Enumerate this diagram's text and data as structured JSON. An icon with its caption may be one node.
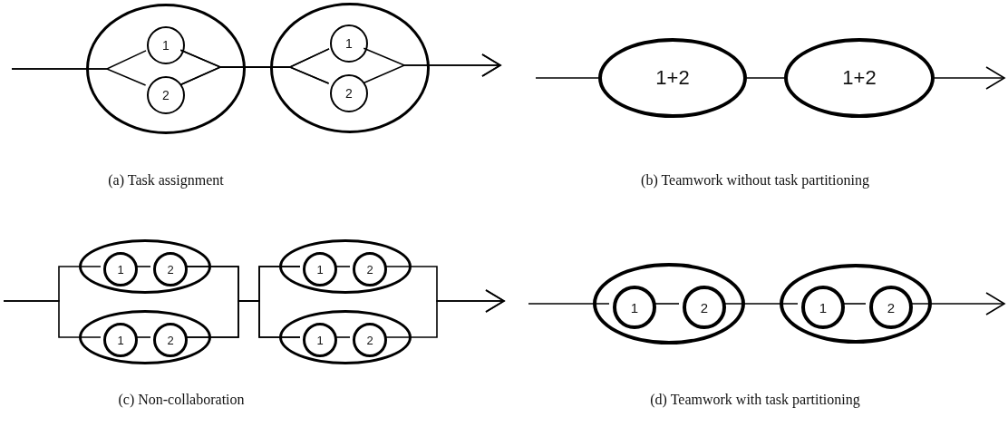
{
  "diagram": {
    "nodes": [
      {
        "text": [],
        "shape": "ellipse"
      },
      {
        "text": [
          "1"
        ],
        "in": 0
      },
      {
        "text": [
          "2"
        ],
        "in": 0
      },
      {
        "text": [],
        "shape": "ellipse"
      },
      {
        "text": [
          "1"
        ],
        "in": 3
      },
      {
        "text": [
          "2"
        ],
        "in": 3
      },
      {
        "text": [
          "1+2"
        ]
      },
      {
        "text": [
          "1+2"
        ]
      },
      {
        "text": [],
        "shape": "ellipse"
      },
      {
        "text": [
          "1"
        ],
        "in": 8
      },
      {
        "text": [
          "2"
        ],
        "in": 8
      },
      {
        "text": [],
        "shape": "ellipse"
      },
      {
        "text": [
          "1"
        ],
        "in": 11
      },
      {
        "text": [
          "2"
        ],
        "in": 11
      },
      {
        "text": [],
        "shape": "ellipse"
      },
      {
        "text": [
          "1"
        ],
        "in": 14
      },
      {
        "text": [
          "2"
        ],
        "in": 14
      },
      {
        "text": [],
        "shape": "ellipse"
      },
      {
        "text": [
          "1"
        ],
        "in": 17
      },
      {
        "text": [
          "2"
        ],
        "in": 17
      },
      {
        "text": [],
        "shape": "ellipse"
      },
      {
        "text": [
          "1"
        ],
        "in": 20
      },
      {
        "text": [
          "2"
        ],
        "in": 20
      },
      {
        "text": [],
        "shape": "ellipse"
      },
      {
        "text": [
          "1"
        ],
        "in": 23
      },
      {
        "text": [
          "2"
        ],
        "in": 23
      }
    ],
    "edges": [
      {
        "from": null,
        "to": 1,
        "arrow": "none"
      },
      {
        "from": null,
        "to": 2,
        "arrow": "none"
      },
      {
        "from": 1,
        "to": 4,
        "arrow": "none"
      },
      {
        "from": 1,
        "to": 5,
        "arrow": "none"
      },
      {
        "from": 2,
        "to": 4,
        "arrow": "none"
      },
      {
        "from": 2,
        "to": 5,
        "arrow": "none"
      },
      {
        "from": 4,
        "to": null,
        "arrow": "to"
      },
      {
        "from": 5,
        "to": null,
        "arrow": "to"
      },
      {
        "from": null,
        "to": 6,
        "arrow": "none"
      },
      {
        "from": 6,
        "to": 7,
        "arrow": "none"
      },
      {
        "from": 7,
        "to": null,
        "arrow": "to"
      },
      {
        "from": null,
        "to": 9,
        "arrow": "none"
      },
      {
        "from": null,
        "to": 12,
        "arrow": "none"
      },
      {
        "from": 9,
        "to": 10,
        "arrow": "none"
      },
      {
        "from": 12,
        "to": 13,
        "arrow": "none"
      },
      {
        "from": 10,
        "to": 15,
        "arrow": "none"
      },
      {
        "from": 10,
        "to": 18,
        "arrow": "none"
      },
      {
        "from": 13,
        "to": 15,
        "arrow": "none"
      },
      {
        "from": 13,
        "to": 18,
        "arrow": "none"
      },
      {
        "from": 15,
        "to": 16,
        "arrow": "none"
      },
      {
        "from": 18,
        "to": 19,
        "arrow": "none"
      },
      {
        "from": 16,
        "to": null,
        "arrow": "to"
      },
      {
        "from": 19,
        "to": null,
        "arrow": "to"
      },
      {
        "from": null,
        "to": 21,
        "arrow": "none"
      },
      {
        "from": 21,
        "to": 22,
        "arrow": "none"
      },
      {
        "from": 22,
        "to": 24,
        "arrow": "none"
      },
      {
        "from": 24,
        "to": 25,
        "arrow": "none"
      },
      {
        "from": 25,
        "to": null,
        "arrow": "to"
      }
    ],
    "labels": [
      "(a) Task assignment",
      "(b) Teamwork without task partitioning",
      "(c) Non-collaboration",
      "(d) Teamwork with task partitioning"
    ]
  }
}
